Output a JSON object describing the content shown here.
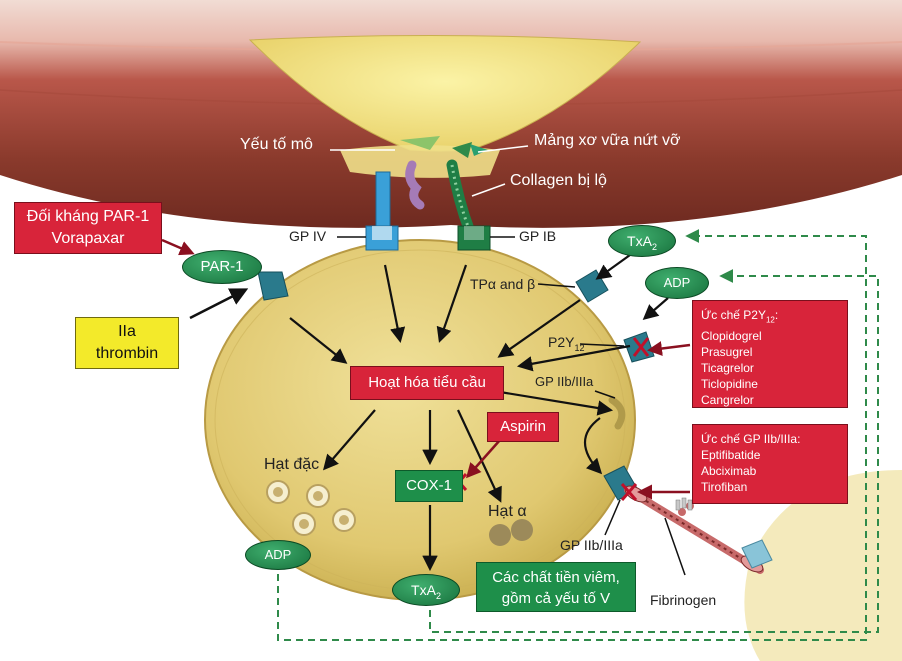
{
  "vessel": {
    "tissue_factor": "Yếu tố mô",
    "plaque": "Mảng xơ vữa nứt vỡ",
    "collagen": "Collagen bị lộ"
  },
  "receptors": {
    "gp_iv": "GP IV",
    "gp_ib": "GP IB",
    "tp": "TPα and β",
    "p2y12": "P2Y",
    "p2y12_sub": "12",
    "gp2b3a_top": "GP IIb/IIIa",
    "gp2b3a_bottom": "GP IIb/IIIa"
  },
  "ovals": {
    "par1": "PAR-1",
    "txa2_top": "TxA",
    "txa2_top_sub": "2",
    "adp_top": "ADP",
    "adp_bottom": "ADP",
    "txa2_bottom": "TxA",
    "txa2_bottom_sub": "2"
  },
  "boxes": {
    "par1_antagonist_line1": "Đối kháng PAR-1",
    "par1_antagonist_line2": "Vorapaxar",
    "thrombin_line1": "IIa",
    "thrombin_line2": "thrombin",
    "activation": "Hoạt hóa tiểu cầu",
    "aspirin": "Aspirin",
    "cox1": "COX-1",
    "proinflammatory_line1": "Các chất tiền viêm,",
    "proinflammatory_line2": "gồm cả yếu tố V"
  },
  "p2y12_inhibitors": {
    "title": "Ức chế P2Y",
    "title_sub": "12",
    "title_suffix": ":",
    "drugs": [
      "Clopidogrel",
      "Prasugrel",
      "Ticagrelor",
      "Ticlopidine",
      "Cangrelor"
    ]
  },
  "gp2b3a_inhibitors": {
    "title": "Ức chế GP IIb/IIIa:",
    "drugs": [
      "Eptifibatide",
      "Abciximab",
      "Tirofiban"
    ]
  },
  "granules": {
    "dense": "Hạt đặc",
    "alpha": "Hạt α"
  },
  "fibrinogen": "Fibrinogen",
  "colors": {
    "red_box": "#d8243a",
    "green_box": "#1e8f4a",
    "yellow_box": "#f3ea2a",
    "platelet": "#ddc86a",
    "vessel": "#8a3a2c"
  }
}
